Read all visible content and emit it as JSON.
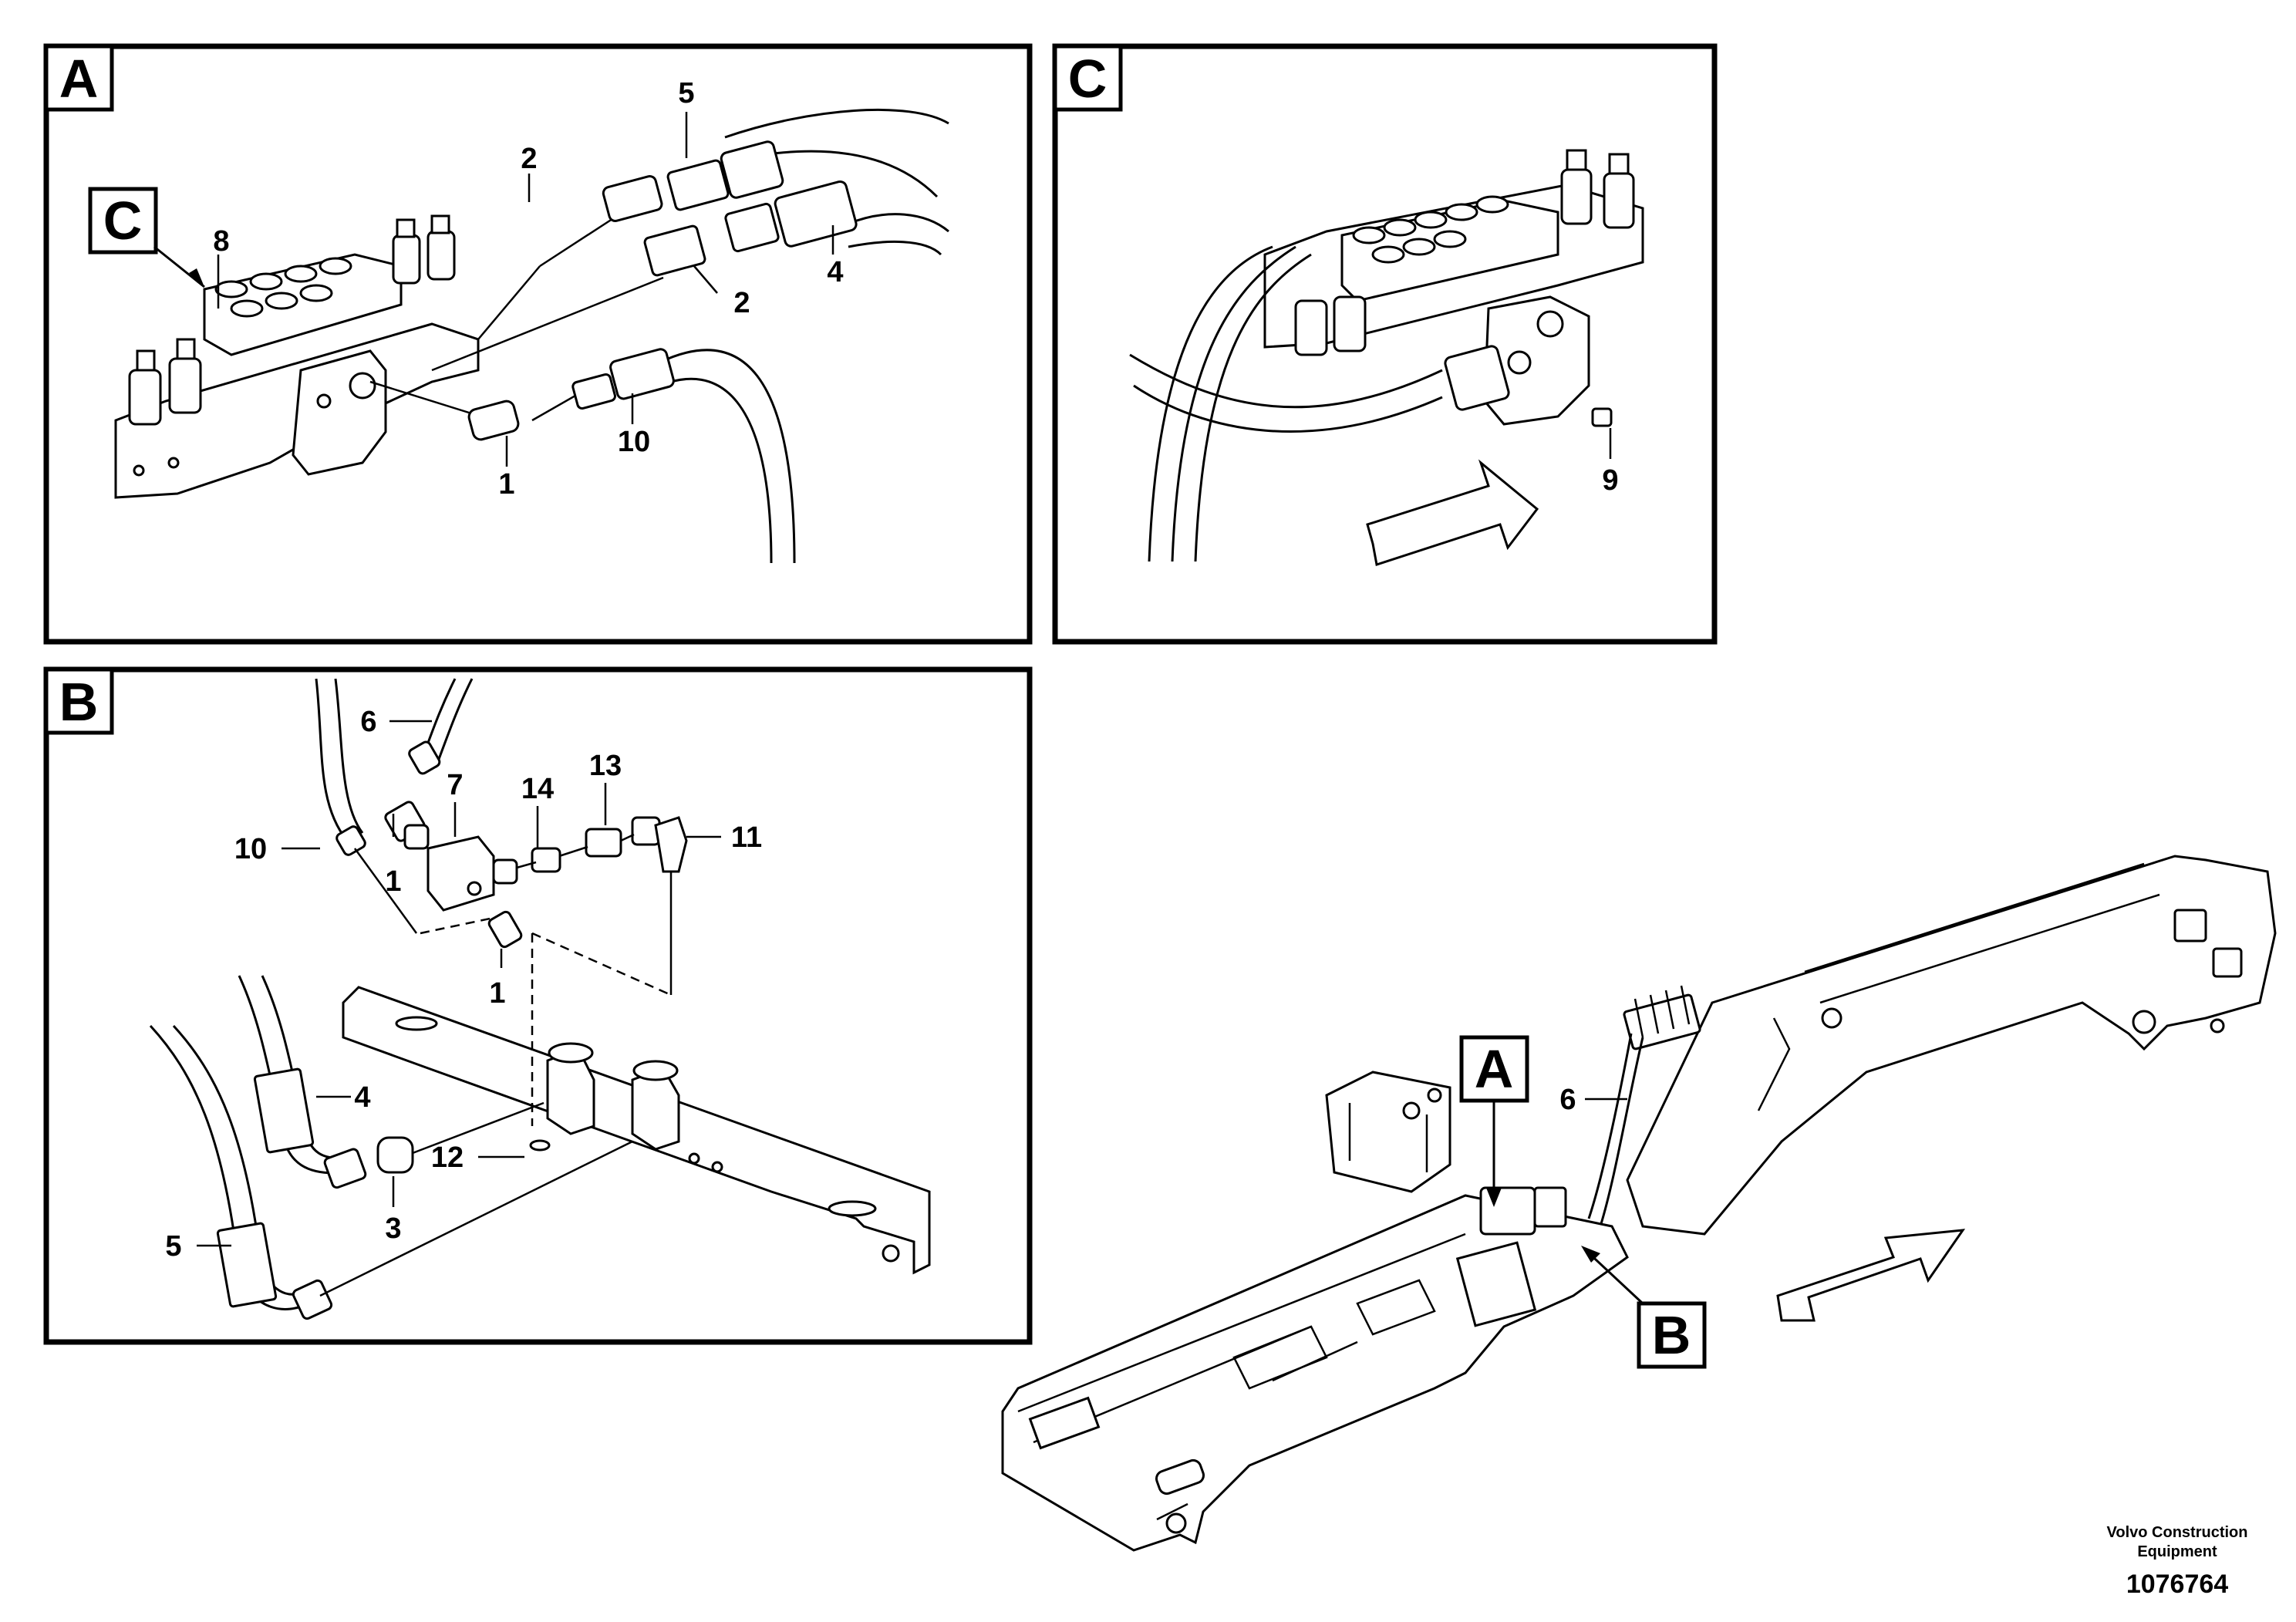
{
  "panels": {
    "A": {
      "letter": "A",
      "ref_letter": "C",
      "callouts": {
        "c1": "1",
        "c2a": "2",
        "c2b": "2",
        "c4": "4",
        "c5": "5",
        "c8": "8",
        "c10": "10"
      }
    },
    "C": {
      "letter": "C",
      "callouts": {
        "c9": "9"
      }
    },
    "B": {
      "letter": "B",
      "callouts": {
        "c1a": "1",
        "c1b": "1",
        "c3": "3",
        "c4": "4",
        "c5": "5",
        "c6": "6",
        "c7": "7",
        "c10": "10",
        "c11": "11",
        "c12": "12",
        "c13": "13",
        "c14": "14"
      }
    },
    "overview": {
      "tag_a": "A",
      "tag_b": "B",
      "c6": "6"
    }
  },
  "footer": {
    "brand_line1": "Volvo Construction",
    "brand_line2": "Equipment",
    "doc_number": "1076764"
  }
}
